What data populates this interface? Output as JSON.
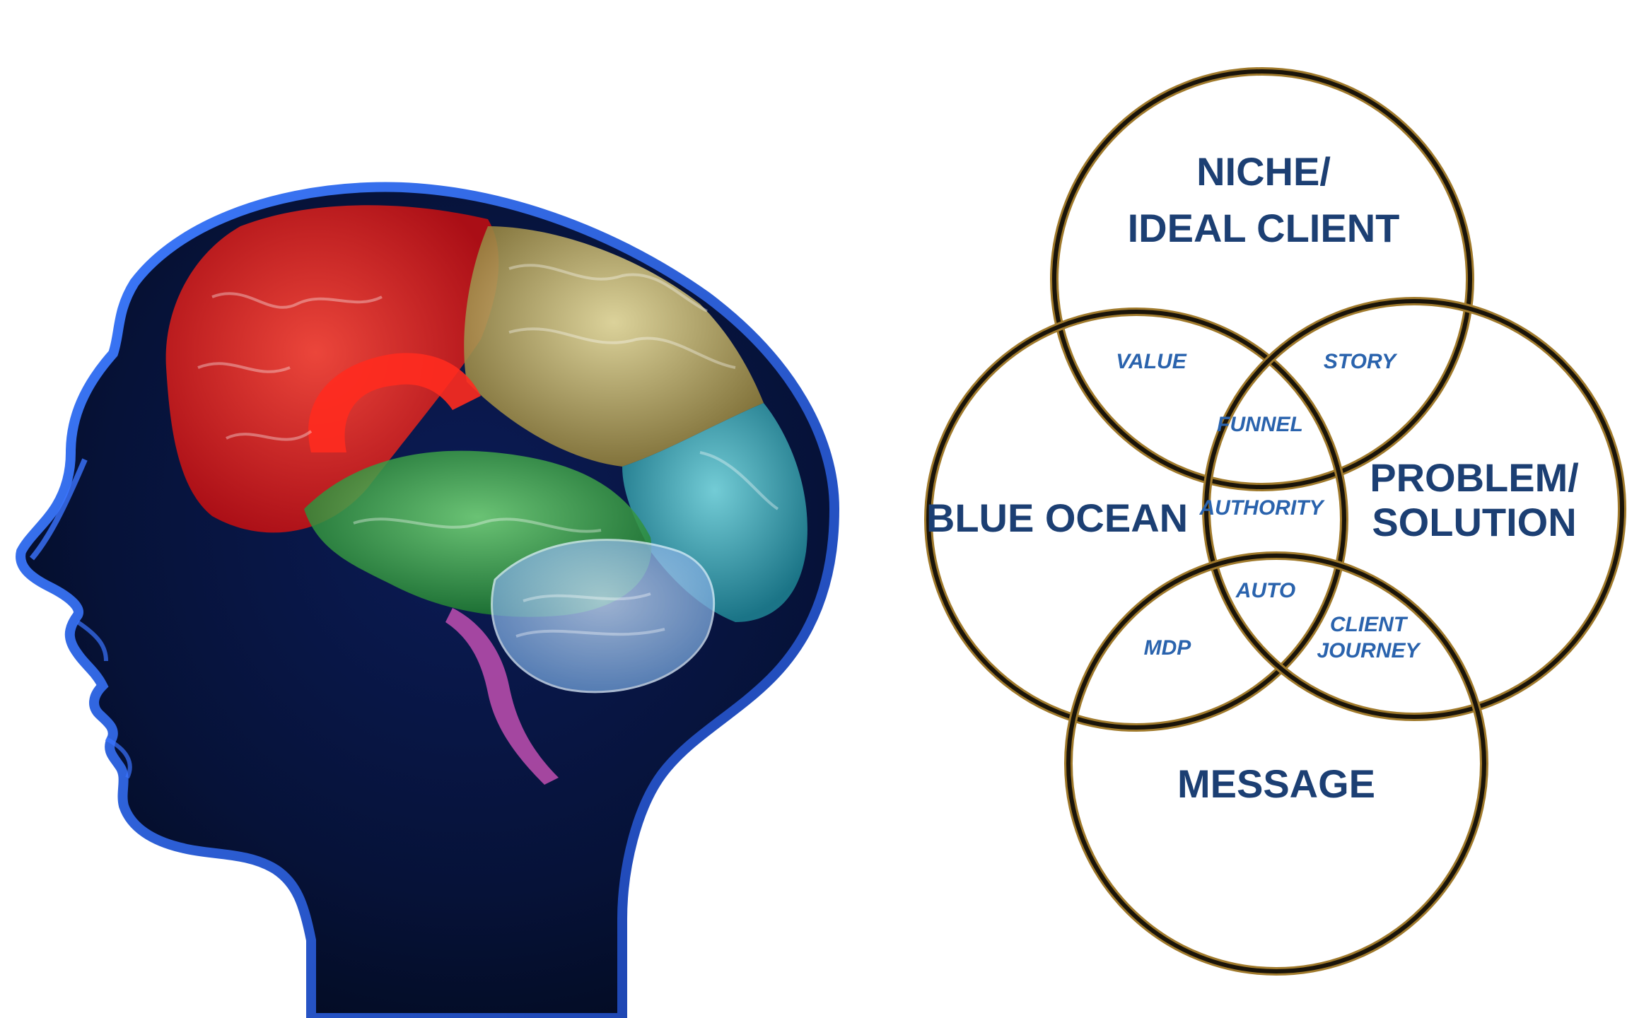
{
  "colors": {
    "circle_stroke": "#1a1409",
    "circle_halo": "#a07a2c",
    "major_text": "#1c3f73",
    "minor_text": "#2a63ad",
    "head_blue": "#1f4fbf"
  },
  "brain_image": {
    "icon": "human-head-brain-illustration"
  },
  "venn": {
    "circles": [
      {
        "id": "niche",
        "lines": [
          "NICHE/",
          "IDEAL CLIENT"
        ]
      },
      {
        "id": "blue-ocean",
        "lines": [
          "BLUE OCEAN"
        ]
      },
      {
        "id": "problem",
        "lines": [
          "PROBLEM/",
          "SOLUTION"
        ]
      },
      {
        "id": "message",
        "lines": [
          "MESSAGE"
        ]
      }
    ],
    "overlaps": [
      {
        "id": "value",
        "lines": [
          "VALUE"
        ]
      },
      {
        "id": "story",
        "lines": [
          "STORY"
        ]
      },
      {
        "id": "funnel",
        "lines": [
          "FUNNEL"
        ]
      },
      {
        "id": "authority",
        "lines": [
          "AUTHORITY"
        ]
      },
      {
        "id": "auto",
        "lines": [
          "AUTO"
        ]
      },
      {
        "id": "mdp",
        "lines": [
          "MDP"
        ]
      },
      {
        "id": "client-journey",
        "lines": [
          "CLIENT",
          "JOURNEY"
        ]
      }
    ]
  }
}
